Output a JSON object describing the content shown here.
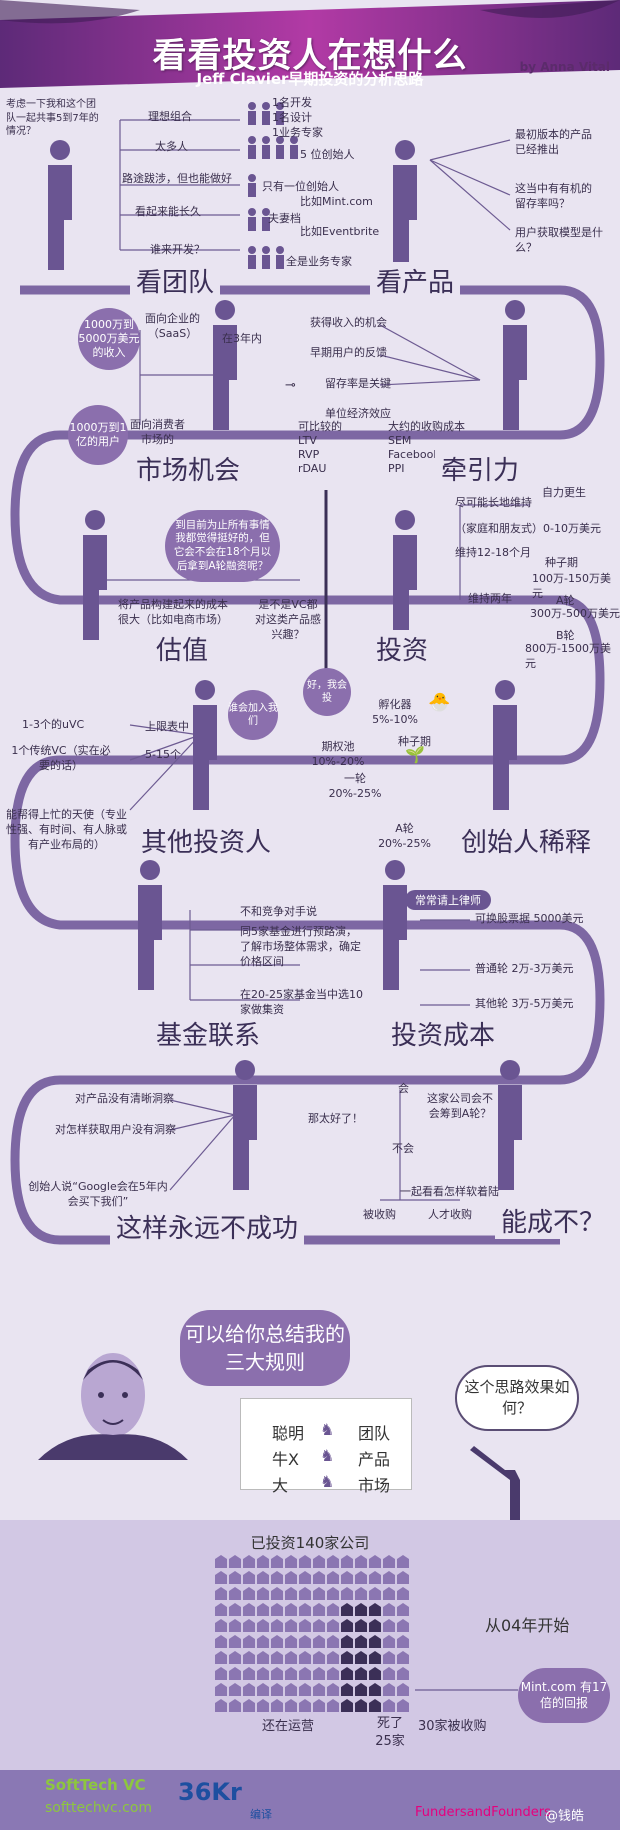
{
  "header": {
    "title": "看看投资人在想什么",
    "subtitle": "Jeff Clavier早期投资的分析思路",
    "byline": "by Anna Vital"
  },
  "sections": {
    "team": "看团队",
    "product": "看产品",
    "market": "市场机会",
    "traction": "牵引力",
    "valuation": "估值",
    "investment": "投资",
    "other_investors": "其他投资人",
    "dilution": "创始人稀释",
    "fund": "基金联系",
    "cost": "投资成本",
    "never": "这样永远不成功",
    "can": "能成不？"
  },
  "team": {
    "question": "考虑一下我和这个团队一起共事5到7年的情况？",
    "items": [
      "理想组合",
      "太多人",
      "路途跋涉，但也能做好",
      "看起来能长久",
      "谁来开发？"
    ],
    "details": [
      "1名开发",
      "1名设计",
      "1业务专家",
      "5 位创始人",
      "只有一位创始人",
      "比如Mint.com",
      "夫妻档",
      "比如Eventbrite",
      "全是业务专家"
    ]
  },
  "product": {
    "items": [
      "最初版本的产品已经推出",
      "这当中有有机的留存率吗？",
      "用户获取模型是什么？"
    ]
  },
  "market": {
    "b2b": "1000万到5000万美元的收入",
    "b2b_label": "面向企业的（SaaS）",
    "within": "在3年内",
    "b2c": "1000万到1亿的用户",
    "b2c_label": "面向消费者市场的"
  },
  "traction": {
    "items": [
      "获得收入的机会",
      "早期用户的反馈",
      "留存率是关键",
      "单位经济效应"
    ],
    "compare_label": "可比较的",
    "compare": [
      "LTV",
      "RVP",
      "rDAU"
    ],
    "cost_label": "大约的收购成本",
    "cost": [
      "SEM",
      "Facebook",
      "PPI"
    ]
  },
  "valuation": {
    "question": "到目前为止所有事情我都觉得挺好的，但它会不会在18个月以后拿到A轮融资呢？",
    "left": "将产品构建起来的成本很大（比如电商市场）",
    "right": "是不是VC都对这类产品感兴趣？"
  },
  "investment": {
    "ok": "好，我会投",
    "items": [
      "尽可能长地维持",
      "（家庭和朋友式）0-10万美元",
      "维持12-18个月",
      "100万-150万美元",
      "维持两年",
      "300万-500万美元",
      "800万-1500万美元"
    ],
    "labels": [
      "自力更生",
      "种子期",
      "A轮",
      "B轮"
    ]
  },
  "other": {
    "who": "谁会加入我们",
    "upper": "上限表中",
    "uvc": "1-3个的uVC",
    "vc": "1个传统VC（实在必要的话）",
    "count": "5-15个",
    "angel": "能帮得上忙的天使（专业性强、有时间、有人脉或有产业布局的）"
  },
  "dilution": {
    "incubator": "孵化器 5%-10%",
    "seed": "种子期",
    "option": "期权池 10%-20%",
    "round1": "一轮 20%-25%",
    "roundA": "A轮 20%-25%"
  },
  "fund": {
    "items": [
      "不和竞争对手说",
      "同5家基金进行预路演，了解市场整体需求，确定价格区间",
      "在20-25家基金当中选10家做集资"
    ]
  },
  "cost": {
    "lawyer": "常常请上律师",
    "items": [
      "可换股票据 5000美元",
      "普通轮 2万-3万美元",
      "其他轮 3万-5万美元"
    ]
  },
  "never": {
    "items": [
      "对产品没有清晰洞察",
      "对怎样获取用户没有洞察",
      "创始人说“Google会在5年内会买下我们”"
    ]
  },
  "can": {
    "great": "那太好了！",
    "yes": "会",
    "no": "不会",
    "question": "这家公司会不会筹到A轮？",
    "soft": "一起看看怎样软着陆",
    "acq": "被收购",
    "talent": "人才收购"
  },
  "summary": {
    "bubble": "可以给你总结我的三大规则",
    "question": "这个思路效果如何？",
    "rules_left": [
      "聪明",
      "牛X",
      "大"
    ],
    "rules_right": [
      "团队",
      "产品",
      "市场"
    ]
  },
  "portfolio": {
    "title": "已投资140家公司",
    "since": "从04年开始",
    "running": "还在运营",
    "dead": "死了 25家",
    "acquired": "30家被收购",
    "mint": "Mint.com 有17倍的回报"
  },
  "footer": {
    "logo1": "SoftTech VC",
    "logo1_url": "softtechvc.com",
    "logo2": "36Kr",
    "logo2_sub": "编译",
    "logo3": "FundersandFounders",
    "weibo": "@钱皓"
  }
}
